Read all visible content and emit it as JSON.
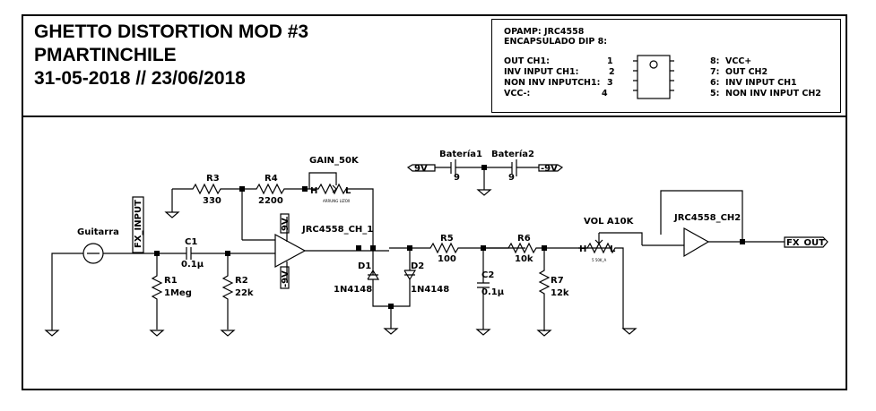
{
  "title": {
    "line1": "GHETTO DISTORTION MOD #3",
    "line2": "PMARTINCHILE",
    "line3": "31-05-2018 // 23/06/2018"
  },
  "pinout": {
    "opamp": "OPAMP: JRC4558",
    "package": "ENCAPSULADO DIP 8:",
    "left": [
      {
        "name": "OUT CH1:",
        "num": "1"
      },
      {
        "name": "INV INPUT CH1:",
        "num": "2"
      },
      {
        "name": "NON INV INPUTCH1:",
        "num": "3"
      },
      {
        "name": "VCC-:",
        "num": "4"
      }
    ],
    "right": [
      {
        "num": "8:",
        "name": "VCC+"
      },
      {
        "num": "7:",
        "name": "OUT CH2"
      },
      {
        "num": "6:",
        "name": "INV INPUT CH1"
      },
      {
        "num": "5:",
        "name": "NON INV INPUT CH2"
      }
    ]
  },
  "components": {
    "guitarra": "Guitarra",
    "fx_input": "FX_INPUT",
    "fx_out": "FX_OUT",
    "r1": {
      "ref": "R1",
      "value": "1Meg"
    },
    "r2": {
      "ref": "R2",
      "value": "22k"
    },
    "r3": {
      "ref": "R3",
      "value": "330"
    },
    "r4": {
      "ref": "R4",
      "value": "2200"
    },
    "r5": {
      "ref": "R5",
      "value": "100"
    },
    "r6": {
      "ref": "R6",
      "value": "10k"
    },
    "r7": {
      "ref": "R7",
      "value": "12k"
    },
    "c1": {
      "ref": "C1",
      "value": "0.1µ"
    },
    "c2": {
      "ref": "C2",
      "value": "0.1µ"
    },
    "d1": {
      "ref": "D1",
      "value": "1N4148"
    },
    "d2": {
      "ref": "D2",
      "value": "1N4148"
    },
    "gain": "GAIN_50K",
    "vol": "VOL A10K",
    "opamp1": "JRC4558_CH_1",
    "opamp2": "JRC4558_CH2",
    "bat1": {
      "ref": "Batería1",
      "value": "9"
    },
    "bat2": {
      "ref": "Batería2",
      "value": "9"
    },
    "v_pos": "9V",
    "v_neg": "-9V",
    "pin_h": "H",
    "pin_l": "L",
    "pot_tiny_gain": "ARRUNG LIZOX",
    "pot_tiny_vol": "5 50K_A"
  }
}
